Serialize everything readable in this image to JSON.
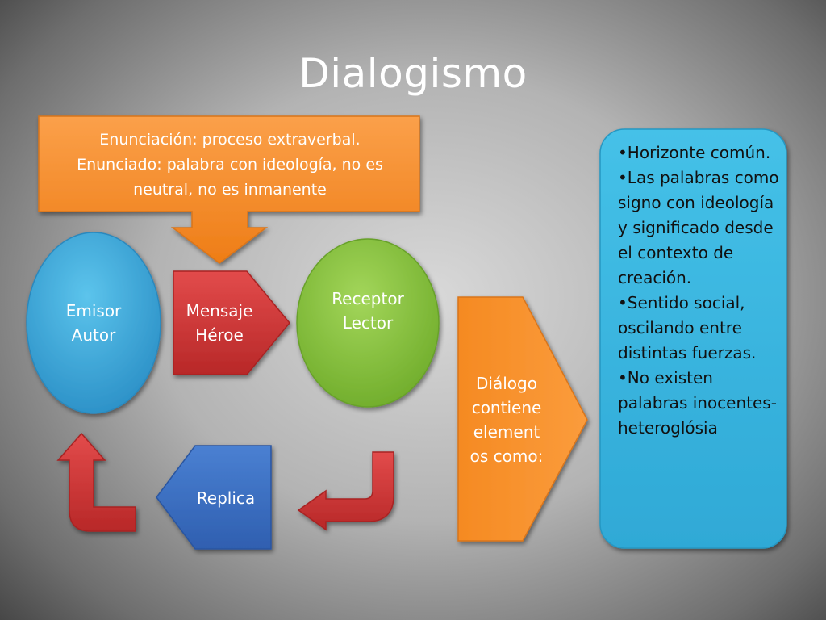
{
  "title": "Dialogismo",
  "callout": {
    "lines": [
      "Enunciación: proceso extraverbal.",
      "Enunciado: palabra con ideología, no es",
      "neutral,  no es inmanente"
    ]
  },
  "emisor": {
    "line1": "Emisor",
    "line2": "Autor"
  },
  "mensaje": {
    "line1": "Mensaje",
    "line2": "Héroe"
  },
  "receptor": {
    "line1": "Receptor",
    "line2": "Lector"
  },
  "replica": {
    "label": "Replica"
  },
  "dialogo": {
    "lines": [
      "Diálogo",
      "contiene",
      "element",
      "os como:"
    ]
  },
  "bullets": [
    "•Horizonte común.",
    "•Las palabras como signo con ideología y significado desde el contexto de creación.",
    "•Sentido social, oscilando entre distintas fuerzas.",
    "•No existen palabras inocentes-heteroglósia"
  ],
  "colors": {
    "orange": "#f5902a",
    "blue_ellipse": "#3aaad8",
    "red": "#d03a3a",
    "green": "#8dc63f",
    "blue_pentagon": "#3b70c4",
    "cyan_box": "#3bb7e0"
  }
}
